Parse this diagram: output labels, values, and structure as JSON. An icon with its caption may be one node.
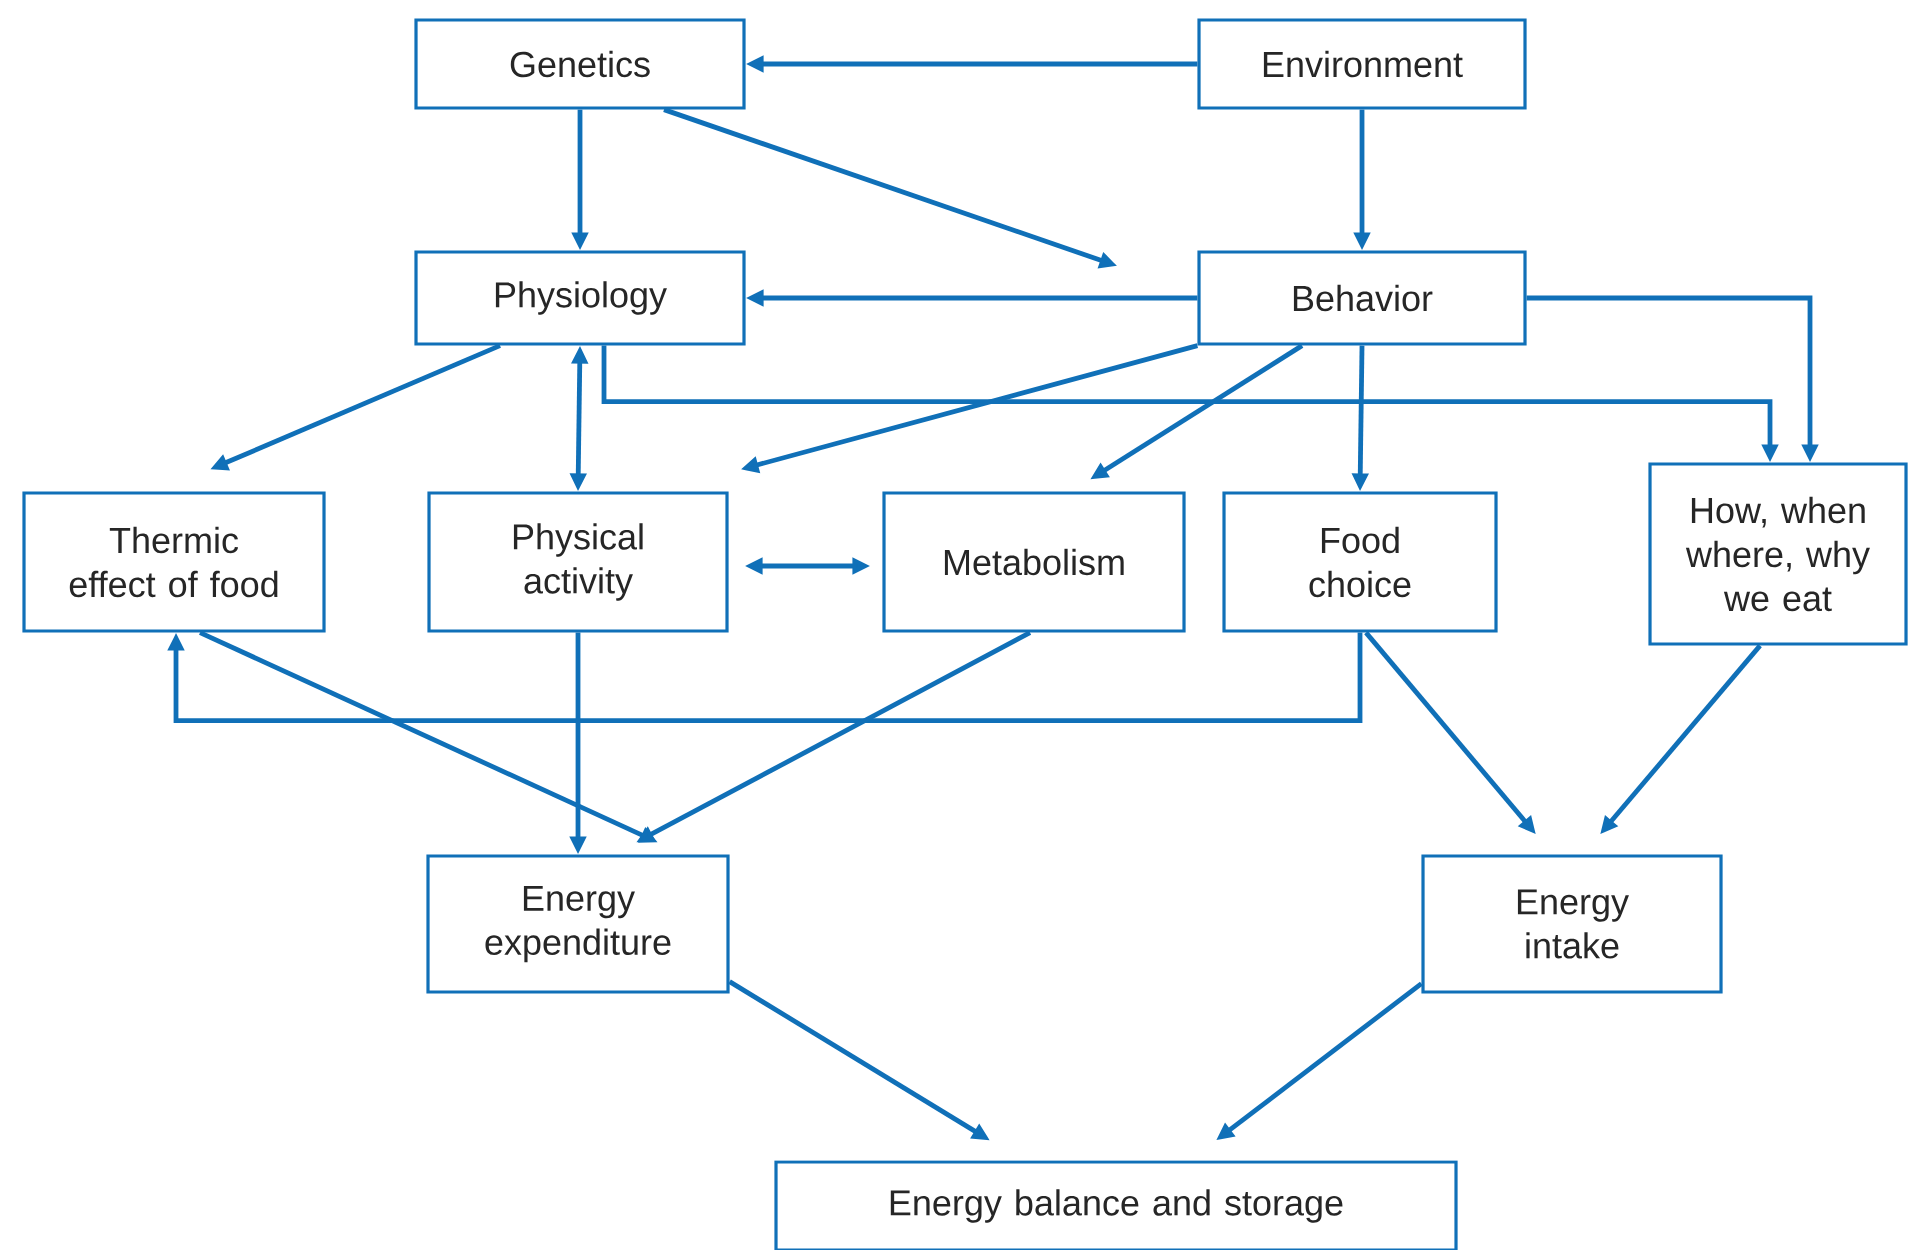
{
  "diagram": {
    "nodes": [
      {
        "text": [
          "Genetics"
        ]
      },
      {
        "text": [
          "Environment"
        ]
      },
      {
        "text": [
          "Physiology"
        ]
      },
      {
        "text": [
          "Behavior"
        ]
      },
      {
        "text": [
          "Thermic effect of food"
        ]
      },
      {
        "text": [
          "Physical activity"
        ]
      },
      {
        "text": [
          "Metabolism"
        ]
      },
      {
        "text": [
          "Food choice"
        ]
      },
      {
        "text": [
          "How, when where, why we eat"
        ]
      },
      {
        "text": [
          "Energy expenditure"
        ]
      },
      {
        "text": [
          "Energy intake"
        ]
      },
      {
        "text": [
          "Energy balance and storage"
        ]
      }
    ],
    "edges": [
      {
        "from": 1,
        "to": 0,
        "arrow": "to"
      },
      {
        "from": 1,
        "to": 3,
        "arrow": "to"
      },
      {
        "from": 0,
        "to": 2,
        "arrow": "to"
      },
      {
        "from": 0,
        "to": 3,
        "arrow": "to"
      },
      {
        "from": 3,
        "to": 2,
        "arrow": "to"
      },
      {
        "from": 2,
        "to": 4,
        "arrow": "to"
      },
      {
        "from": 2,
        "to": 5,
        "arrow": "both"
      },
      {
        "from": 3,
        "to": 5,
        "arrow": "to"
      },
      {
        "from": 3,
        "to": 6,
        "arrow": "to"
      },
      {
        "from": 3,
        "to": 7,
        "arrow": "to"
      },
      {
        "from": 3,
        "to": 8,
        "arrow": "to"
      },
      {
        "from": 2,
        "to": 8,
        "arrow": "to"
      },
      {
        "from": 5,
        "to": 6,
        "arrow": "both"
      },
      {
        "from": 7,
        "to": 4,
        "arrow": "to"
      },
      {
        "from": 4,
        "to": 9,
        "arrow": "to"
      },
      {
        "from": 5,
        "to": 9,
        "arrow": "to"
      },
      {
        "from": 6,
        "to": 9,
        "arrow": "to"
      },
      {
        "from": 7,
        "to": 10,
        "arrow": "to"
      },
      {
        "from": 8,
        "to": 10,
        "arrow": "to"
      },
      {
        "from": 9,
        "to": 11,
        "arrow": "to"
      },
      {
        "from": 10,
        "to": 11,
        "arrow": "to"
      }
    ]
  }
}
